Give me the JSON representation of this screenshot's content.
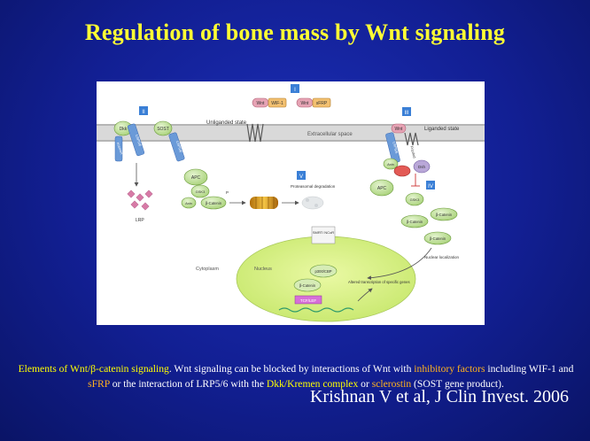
{
  "slide": {
    "title": "Regulation of bone mass by Wnt signaling",
    "citation": "Krishnan V et al, J Clin Invest. 2006"
  },
  "caption": {
    "part1": "Elements of Wnt/β-catenin signaling",
    "part2": ". Wnt signaling can be blocked by interactions of Wnt with ",
    "part3": "inhibitory factors",
    "part4": " including WIF-1 and ",
    "part5": "sFRP",
    "part6": " or the interaction of LRP5/6 with the ",
    "part7": "Dkk/Kremen complex",
    "part8": " or ",
    "part9": "sclerostin",
    "part10": " (SOST gene product)."
  },
  "diagram": {
    "roman": {
      "i": "I",
      "ii": "II",
      "iii": "III",
      "iv": "IV",
      "v": "V"
    },
    "extracellular_label": "Extracellular space",
    "unliganded_label": "Unliganded state",
    "liganded_label": "Liganded state",
    "cytoplasm_label": "Cytoplasm",
    "nucleus_label": "Nucleus",
    "wnt": "Wnt",
    "wif1": "WIF-1",
    "sfrp": "sFRP",
    "dkk": "Dkk",
    "kremen": "Kremen",
    "lrp56": "LRP5/6",
    "sost": "SOST",
    "lrp_fragment": "LRP",
    "apc": "APC",
    "gsk3": "GSK3",
    "axin": "Axin",
    "beta_catenin": "β-Catenin",
    "p": "P",
    "proteasomal": "Proteasomal degradation",
    "frizzled": "Frizzled",
    "dsh": "Dsh",
    "nuclear_localization": "Nuclear localization",
    "smrt": "SMRT/ NCoR",
    "p300": "p300/CBP",
    "tcf": "TCF/LEF",
    "altered": "Altered transcription of specific genes"
  },
  "colors": {
    "title": "#ffff33",
    "highlight_yellow": "#ffff00",
    "highlight_orange": "#ffb21e",
    "nucleus": "#d8f28a",
    "protein_green": "#c6e3a0",
    "wnt_pink": "#e6a3b4",
    "roman_blue": "#3a7fd6"
  }
}
